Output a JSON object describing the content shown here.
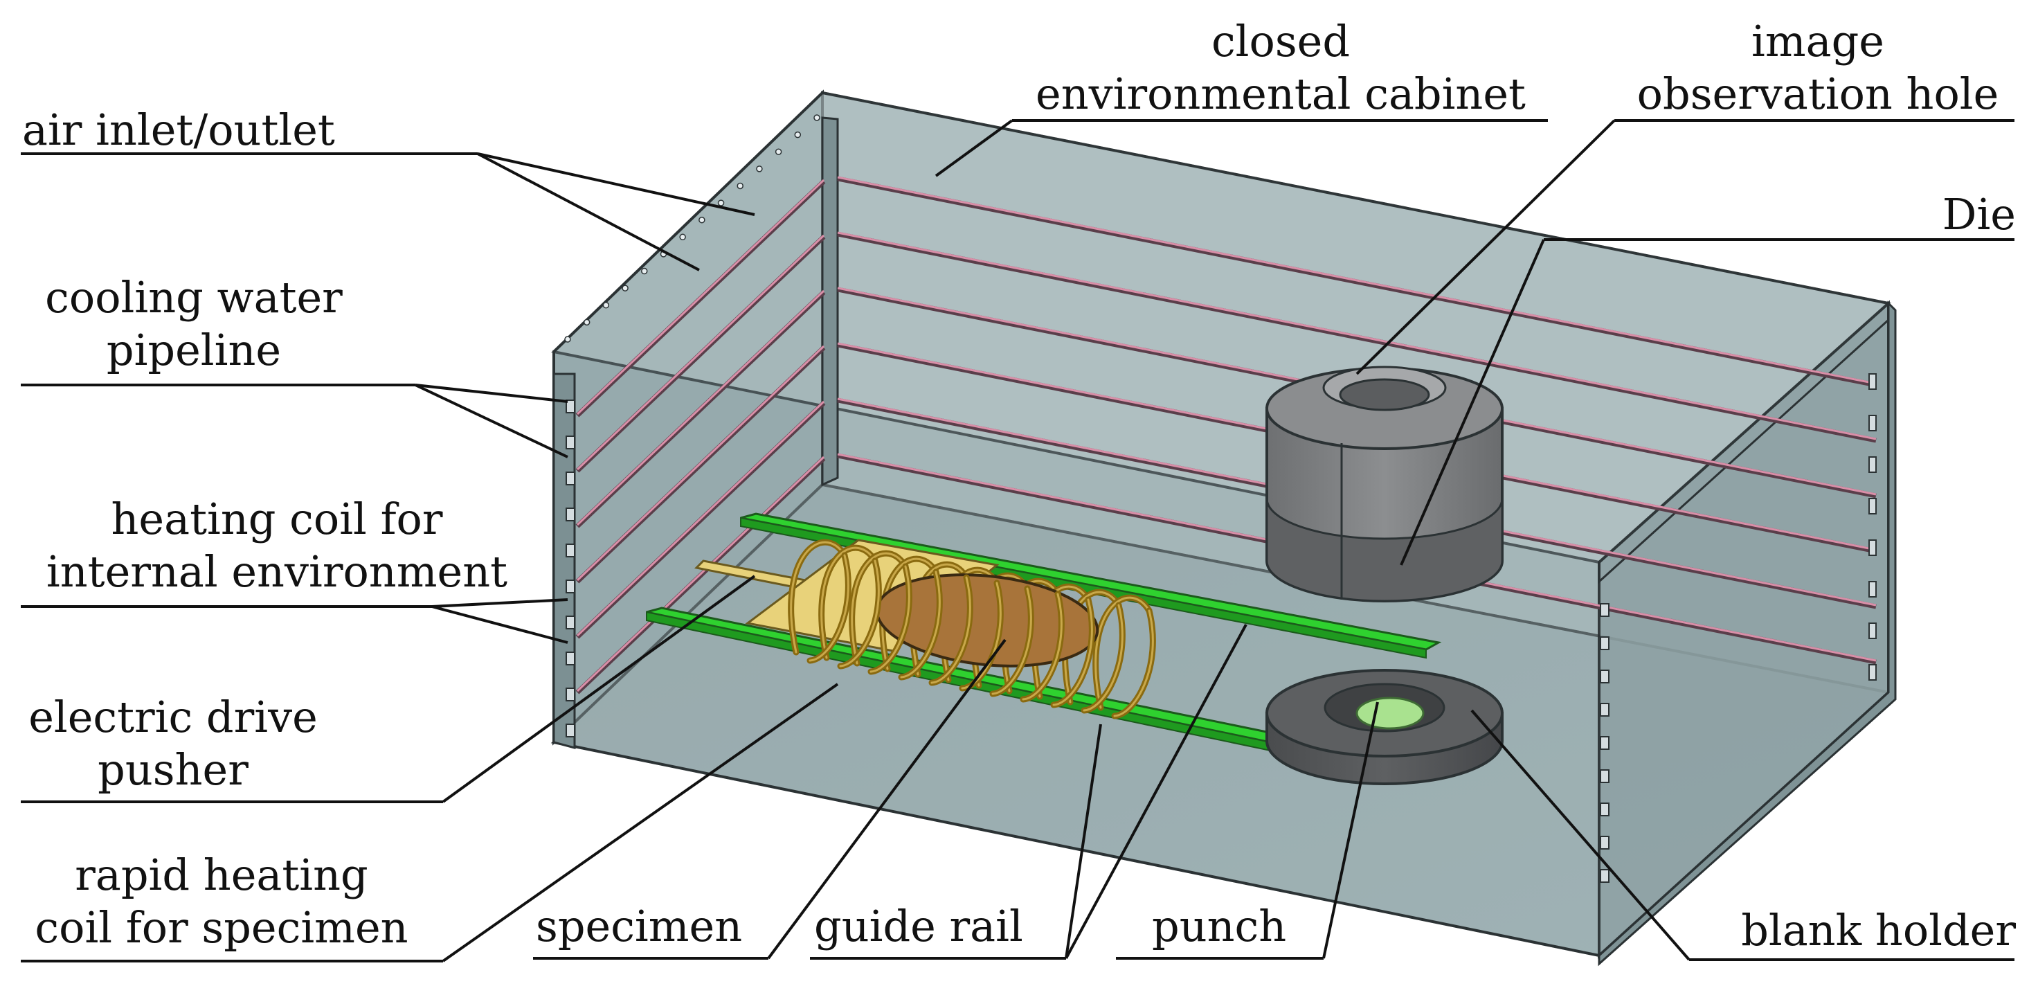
{
  "labels": {
    "air_inlet": [
      "air inlet/outlet"
    ],
    "cooling_water": [
      "cooling water",
      "pipeline"
    ],
    "heating_coil_env": [
      "heating coil for",
      "internal environment"
    ],
    "electric_drive": [
      "electric drive",
      "pusher"
    ],
    "rapid_heating": [
      "rapid heating",
      "coil for specimen"
    ],
    "closed_cabinet": [
      "closed",
      "environmental cabinet"
    ],
    "image_hole": [
      "image",
      "observation hole"
    ],
    "die": [
      "Die"
    ],
    "specimen": [
      "specimen"
    ],
    "guide_rail": [
      "guide rail"
    ],
    "punch": [
      "punch"
    ],
    "blank_holder": [
      "blank holder"
    ]
  },
  "colors": {
    "cabinet_fill": "#8ea3a6",
    "cabinet_edge": "#2b3234",
    "rail": "#2fd12f",
    "coil": "#8a6a10",
    "specimen": "#a8743a",
    "pusher": "#e8d27a",
    "die": "#7d7e80",
    "pipe": "#d98fa8",
    "punch_tip": "#a9e28f"
  }
}
